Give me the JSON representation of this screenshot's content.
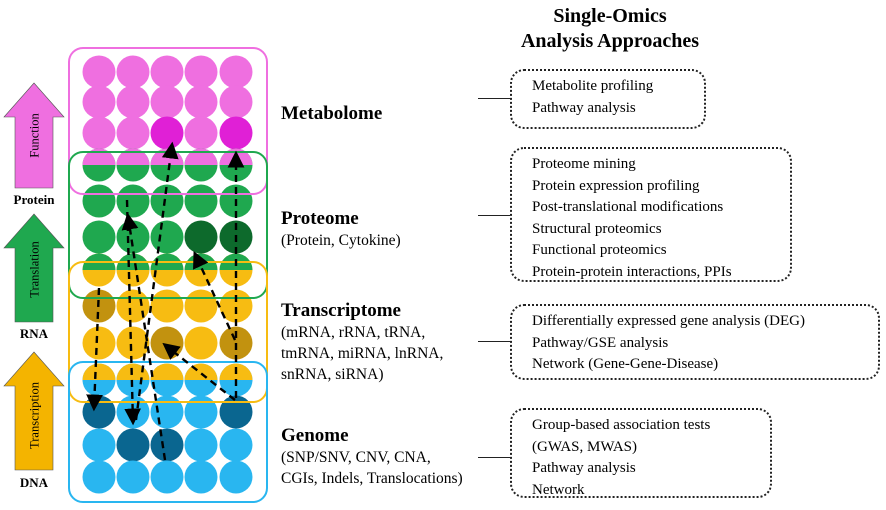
{
  "title": {
    "line1": "Single-Omics",
    "line2": "Analysis Approaches"
  },
  "side_arrows": [
    {
      "label": "Function",
      "color": "#ef6fe0"
    },
    {
      "label": "Translation",
      "color": "#1fa84f"
    },
    {
      "label": "Transcription",
      "color": "#f4b400"
    }
  ],
  "side_labels": {
    "protein": "Protein",
    "rna": "RNA",
    "dna": "DNA"
  },
  "omics": [
    {
      "name": "Metabolome",
      "subtitle": []
    },
    {
      "name": "Proteome",
      "subtitle": [
        "(Protein, Cytokine)"
      ]
    },
    {
      "name": "Transcriptome",
      "subtitle": [
        "(mRNA, rRNA, tRNA,",
        "tmRNA, miRNA, lnRNA,",
        "snRNA, siRNA)"
      ]
    },
    {
      "name": "Genome",
      "subtitle": [
        "(SNP/SNV, CNV, CNA,",
        "CGIs, Indels, Translocations)"
      ]
    }
  ],
  "approaches": [
    [
      "Metabolite profiling",
      "Pathway analysis"
    ],
    [
      "Proteome mining",
      "Protein expression profiling",
      "Post-translational modifications",
      "Structural proteomics",
      "Functional proteomics",
      "Protein-protein interactions, PPIs"
    ],
    [
      "Differentially expressed gene analysis (DEG)",
      "Pathway/GSE analysis",
      "Network (Gene-Gene-Disease)"
    ],
    [
      "Group-based association tests",
      "(GWAS, MWAS)",
      "Pathway analysis",
      "Network"
    ]
  ],
  "colors": {
    "metabolome": "#ef6fe0",
    "metabolome_dark": "#e020d6",
    "proteome": "#1fa84f",
    "proteome_dark": "#0d6a2c",
    "transcriptome": "#f7bc12",
    "transcriptome_dark": "#c2920f",
    "genome": "#29b6f0",
    "genome_dark": "#0a6690"
  }
}
